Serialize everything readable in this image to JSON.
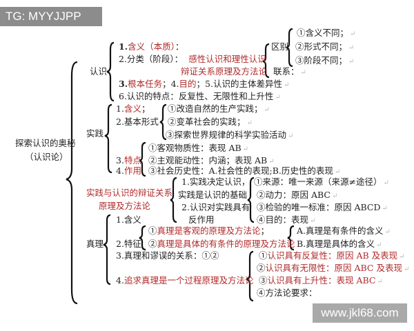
{
  "tag": "TG: MYYJJPP",
  "site": "www.jkl68.com",
  "colors": {
    "accent_red": "#b22a2a",
    "text": "#222222"
  },
  "root": {
    "title": "探索认识的奥秘",
    "subtitle": "（认识论）"
  },
  "renshi": {
    "label": "认识",
    "l1_num": "1.",
    "l1_text": "含义（本质）",
    "l1_colon": "：",
    "l2": "2.分类（阶段）：",
    "l2_red": "感性认识和理性认识",
    "l2b_red": "辩证关系原理及方法论",
    "qubie": "区别",
    "qubie_items": [
      "①含义不同；",
      "②形式不同；",
      "③阶段不同；"
    ],
    "lianxi": "联系：",
    "l3_num": "3.",
    "l3_red": "根本任务",
    "l3_mid": "；4.",
    "l4_red": "目的",
    "l5": "；5.认识的主体差异性",
    "l6": "6.认识的特点：反复性、无限性和上升性"
  },
  "shijian": {
    "label": "实践",
    "l1_num": "1.",
    "l1_red": "含义",
    "l1_colon": "；",
    "l2": "2.基本形式",
    "forms": [
      "①改造自然的生产实践；",
      "②变革社会的实践；",
      "③探索世界规律的科学实验活动"
    ],
    "l3_num": "3.",
    "l3_red": "特点",
    "l4_num": "4.",
    "l4_red": "作用",
    "traits": [
      "①客观物质性：表现 AB",
      "②主观能动性：内涵；表现 AB",
      "③社会历史性：A.社会性的表现;B.历史性的表现"
    ]
  },
  "relation": {
    "label1": "实践与认识的辩证关系",
    "label2": "原理及方法论",
    "p1a": "1.实践决定认识，",
    "p1b": "实践是认识的基础",
    "p2a": "2.认识对实践具有",
    "p2b": "反作用",
    "items": [
      "①来源：唯一来源（来源≠途径）",
      "②动力：原因 ABC",
      "③检验的唯一标准：原因 ABCD",
      "④目的：表现"
    ]
  },
  "zhenli": {
    "label": "真理",
    "l1": "1.含义",
    "l2": "2.特征",
    "f1_num": "①",
    "f1_red": "真理是客观的原理及方法论",
    "f1_colon": "；",
    "f2_num": "②",
    "f2_red": "真理是具体的有条件的原理及方法论",
    "ab": [
      "A.真理是有条件的含义",
      "B.真理是具体的含义"
    ],
    "l3": "3.真理和谬误的关系：①②",
    "l4_num": "4.",
    "l4_red": "追求真理是一个过程原理及方法论",
    "process": [
      {
        "num": "①",
        "red": "认识具有反复性：原因 AB 及表现"
      },
      {
        "num": "②",
        "red": "认识具有无限性：原因 ABC 及表现"
      },
      {
        "num": "③",
        "red": "认识具有上升性：表现 ABC"
      },
      {
        "num": "④",
        "red": "",
        "black": "方法论要求："
      }
    ]
  }
}
